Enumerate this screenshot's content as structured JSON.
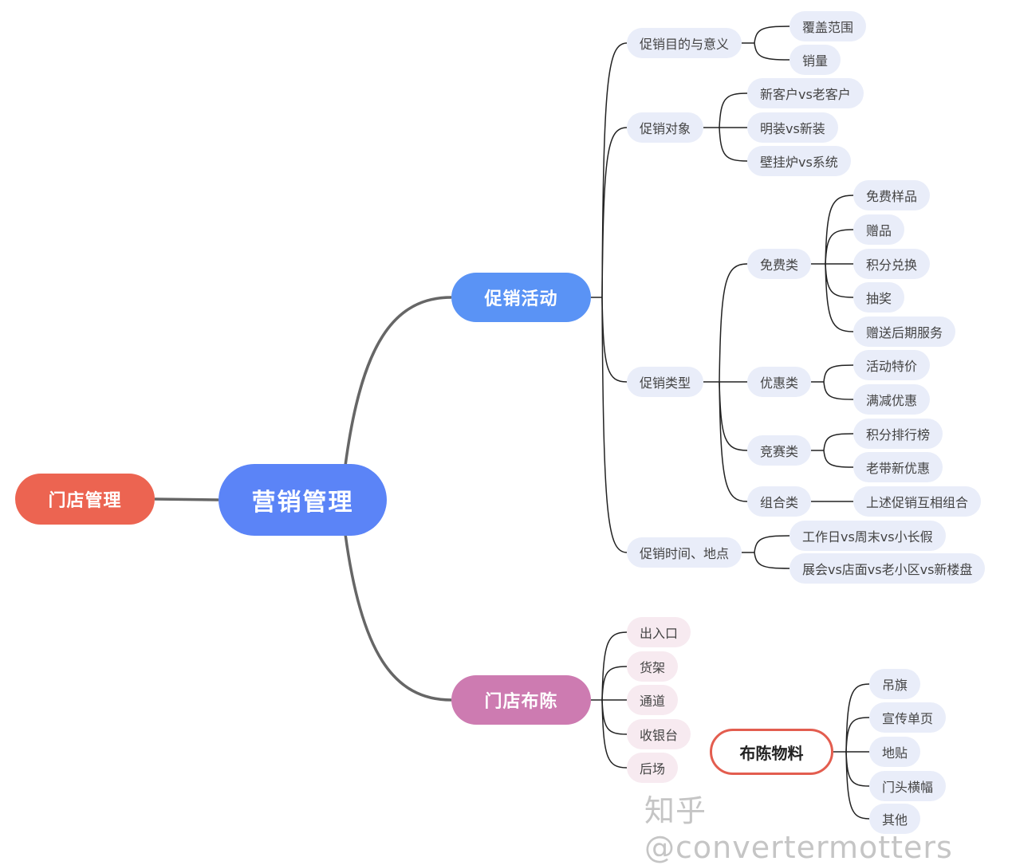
{
  "colors": {
    "store_mgmt": "#ec6451",
    "marketing_mgmt": "#5b84f7",
    "promo": "#5a93f5",
    "layout": "#cd7bb1",
    "outline": "#e35d4f",
    "main_line": "#666666",
    "branch_line": "#222222"
  },
  "root": {
    "label": "门店管理"
  },
  "center": {
    "label": "营销管理"
  },
  "promo": {
    "label": "促销活动",
    "children": [
      {
        "label": "促销目的与意义",
        "children": [
          "覆盖范围",
          "销量"
        ]
      },
      {
        "label": "促销对象",
        "children": [
          "新客户vs老客户",
          "明装vs新装",
          "壁挂炉vs系统"
        ]
      },
      {
        "label": "促销类型",
        "children": [
          {
            "label": "免费类",
            "children": [
              "免费样品",
              "赠品",
              "积分兑换",
              "抽奖",
              "赠送后期服务"
            ]
          },
          {
            "label": "优惠类",
            "children": [
              "活动特价",
              "满减优惠"
            ]
          },
          {
            "label": "竞赛类",
            "children": [
              "积分排行榜",
              "老带新优惠"
            ]
          },
          {
            "label": "组合类",
            "children": [
              "上述促销互相组合"
            ]
          }
        ]
      },
      {
        "label": "促销时间、地点",
        "children": [
          "工作日vs周末vs小长假",
          "展会vs店面vs老小区vs新楼盘"
        ]
      }
    ]
  },
  "layout": {
    "label": "门店布陈",
    "children": [
      "出入口",
      "货架",
      "通道",
      "收银台",
      "后场"
    ]
  },
  "materials": {
    "label": "布陈物料",
    "children": [
      "吊旗",
      "宣传单页",
      "地贴",
      "门头横幅",
      "其他"
    ]
  },
  "watermark": "知乎 @convertermotters"
}
